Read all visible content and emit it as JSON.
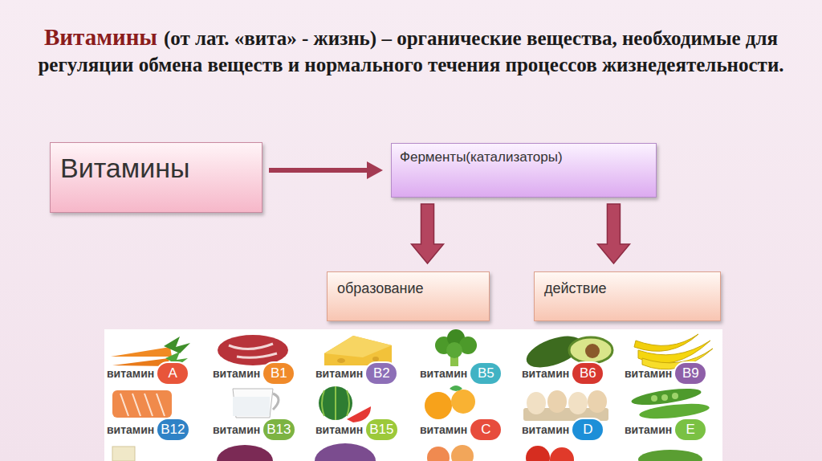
{
  "diagram": {
    "title": "Витамины",
    "nodes": [
      {
        "text": [
          "Витамины"
        ]
      },
      {
        "text": [
          "Ферменты(катализаторы)"
        ]
      },
      {
        "text": [
          "образование"
        ]
      },
      {
        "text": [
          "действие"
        ]
      },
      {
        "text": [
          "витамин",
          "A"
        ]
      },
      {
        "text": [
          "витамин",
          "B1"
        ]
      },
      {
        "text": [
          "витамин",
          "B2"
        ]
      },
      {
        "text": [
          "витамин",
          "B5"
        ]
      },
      {
        "text": [
          "витамин",
          "B6"
        ]
      },
      {
        "text": [
          "витамин",
          "B9"
        ]
      },
      {
        "text": [
          "витамин",
          "B12"
        ]
      },
      {
        "text": [
          "витамин",
          "B13"
        ]
      },
      {
        "text": [
          "витамин",
          "B15"
        ]
      },
      {
        "text": [
          "витамин",
          "C"
        ]
      },
      {
        "text": [
          "витамин",
          "D"
        ]
      },
      {
        "text": [
          "витамин",
          "E"
        ]
      }
    ],
    "edges": [
      {
        "from": 0,
        "to": 1,
        "arrow": "to"
      },
      {
        "from": 1,
        "to": 2,
        "arrow": "to"
      },
      {
        "from": 1,
        "to": 3,
        "arrow": "to"
      }
    ],
    "labels": [
      "(от лат. «вита» - жизнь) – органические вещества, необходимые для регуляции обмена веществ и нормального течения процессов жизнедеятельности."
    ]
  }
}
